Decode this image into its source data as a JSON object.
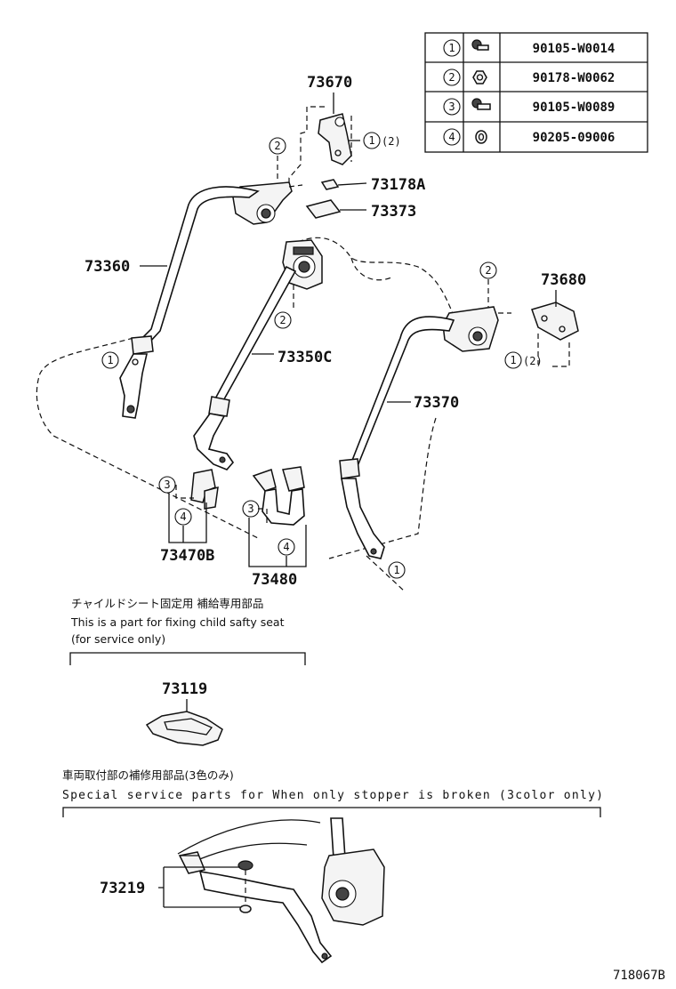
{
  "fastener_table": [
    {
      "ref": "1",
      "part_no": "90105-W0014",
      "icon": "bolt-icon"
    },
    {
      "ref": "2",
      "part_no": "90178-W0062",
      "icon": "nut-icon"
    },
    {
      "ref": "3",
      "part_no": "90105-W0089",
      "icon": "bolt-icon"
    },
    {
      "ref": "4",
      "part_no": "90205-09006",
      "icon": "washer-icon"
    }
  ],
  "callouts": {
    "p73670": "73670",
    "p73178a": "73178A",
    "p73373": "73373",
    "p73360": "73360",
    "p73350c": "73350C",
    "p73680": "73680",
    "p73370": "73370",
    "p73470b": "73470B",
    "p73480": "73480",
    "p73119": "73119",
    "p73219": "73219"
  },
  "refs": {
    "r1": "1",
    "r2": "2",
    "r3": "3",
    "r4": "4",
    "r1_2": "(2)"
  },
  "notes": {
    "child_seat_jp": "チャイルドシート固定用 補給専用部品",
    "child_seat_en": "This is a part for fixing child safty seat",
    "service_only": "(for service only)",
    "repair_jp": "車両取付部の補修用部品(3色のみ)",
    "repair_en": "Special service parts for When only stopper is broken (3color only)"
  },
  "diagram_code": "718067B"
}
